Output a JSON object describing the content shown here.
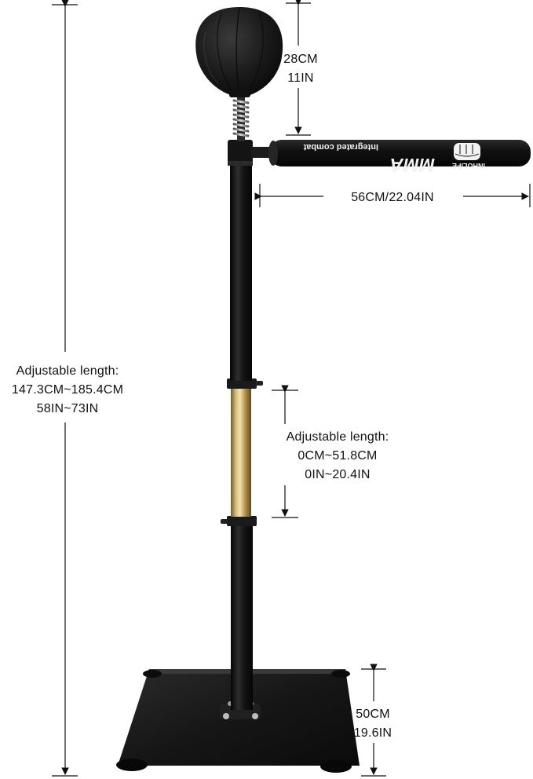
{
  "product": {
    "arm_brand": "INHOLIFE",
    "arm_logo_text": "MMA",
    "arm_print": "Integrated combat"
  },
  "dimensions": {
    "total": {
      "line1": "Adjustable length:",
      "line2": "147.3CM~185.4CM",
      "line3": "58IN~73IN"
    },
    "top_bag": {
      "line1": "28CM",
      "line2": "11IN"
    },
    "arm": {
      "text": "56CM/22.04IN"
    },
    "adjustable_section": {
      "line1": "Adjustable length:",
      "line2": "0CM~51.8CM",
      "line3": "0IN~20.4IN"
    },
    "base": {
      "line1": "50CM",
      "line2": "19.6IN"
    }
  },
  "colors": {
    "pole": "#121212",
    "bag": "#1a1a1a",
    "gold": "#c9a35a",
    "base": "#151515",
    "line": "#111111"
  }
}
